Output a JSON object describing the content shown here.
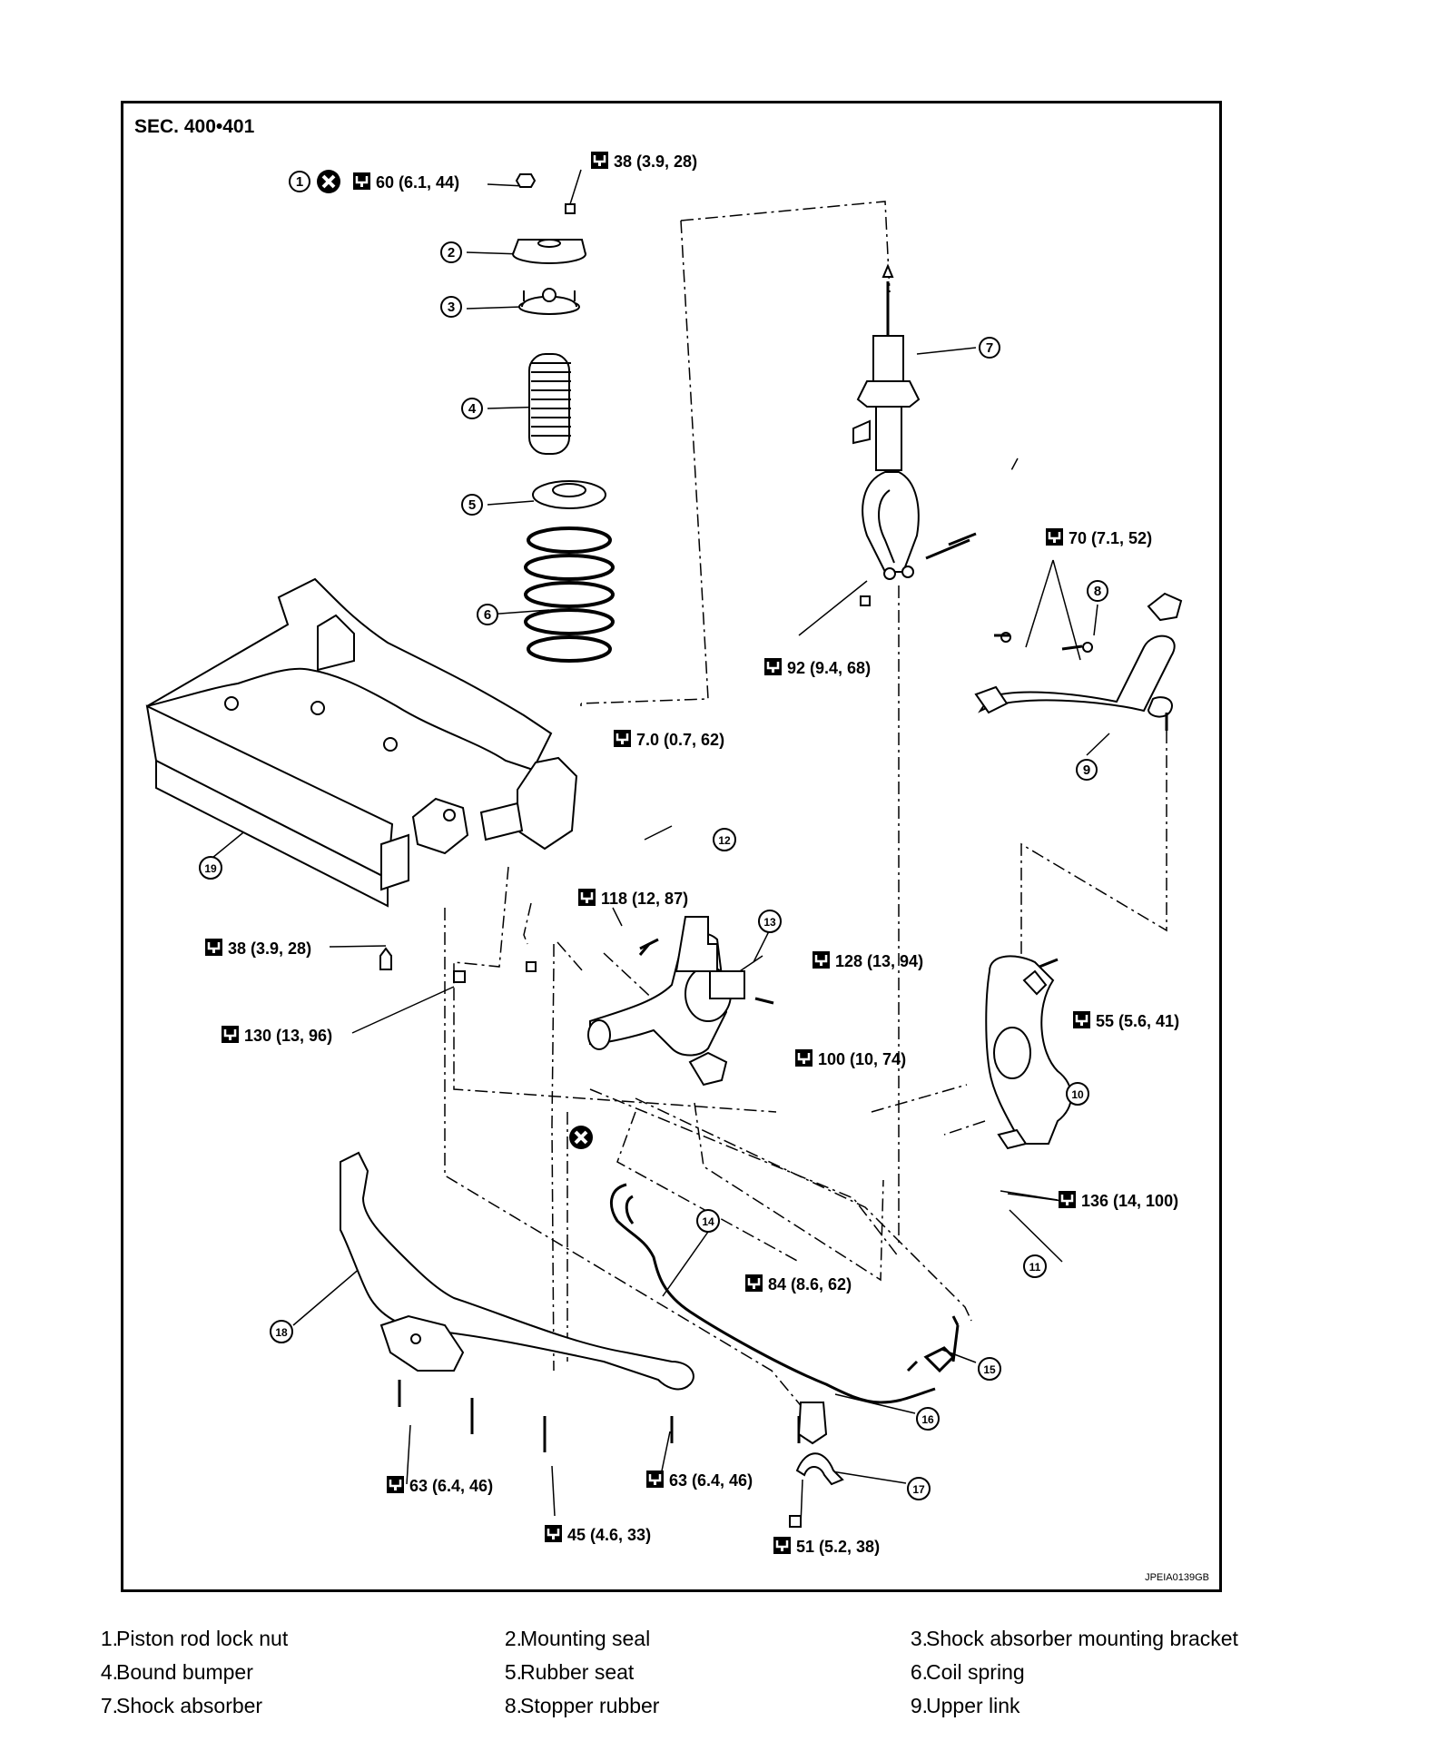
{
  "diagram": {
    "section_label": "SEC. 400•401",
    "drawing_code": "JPEIA0139GB",
    "callouts": [
      "1",
      "2",
      "3",
      "4",
      "5",
      "6",
      "7",
      "8",
      "9",
      "10",
      "11",
      "12",
      "13",
      "14",
      "15",
      "16",
      "17",
      "18",
      "19"
    ],
    "torques": {
      "t1": "60 (6.1, 44)",
      "t2": "38 (3.9, 28)",
      "t3": "70 (7.1, 52)",
      "t4": "92 (9.4, 68)",
      "t5": "7.0 (0.7, 62)",
      "t6": "118 (12, 87)",
      "t7": "128 (13, 94)",
      "t8": "38 (3.9, 28)",
      "t9": "55 (5.6, 41)",
      "t10": "130 (13, 96)",
      "t11": "100 (10, 74)",
      "t12": "136 (14, 100)",
      "t13": "84 (8.6, 62)",
      "t14": "63 (6.4, 46)",
      "t15": "63 (6.4, 46)",
      "t16": "45 (4.6, 33)",
      "t17": "51 (5.2, 38)"
    }
  },
  "legend": [
    {
      "num": "1.",
      "text": "Piston rod lock nut"
    },
    {
      "num": "2.",
      "text": "Mounting seal"
    },
    {
      "num": "3.",
      "text": "Shock absorber mounting bracket"
    },
    {
      "num": "4.",
      "text": "Bound bumper"
    },
    {
      "num": "5.",
      "text": "Rubber seat"
    },
    {
      "num": "6.",
      "text": "Coil spring"
    },
    {
      "num": "7.",
      "text": "Shock absorber"
    },
    {
      "num": "8.",
      "text": "Stopper rubber"
    },
    {
      "num": "9.",
      "text": "Upper link"
    }
  ]
}
